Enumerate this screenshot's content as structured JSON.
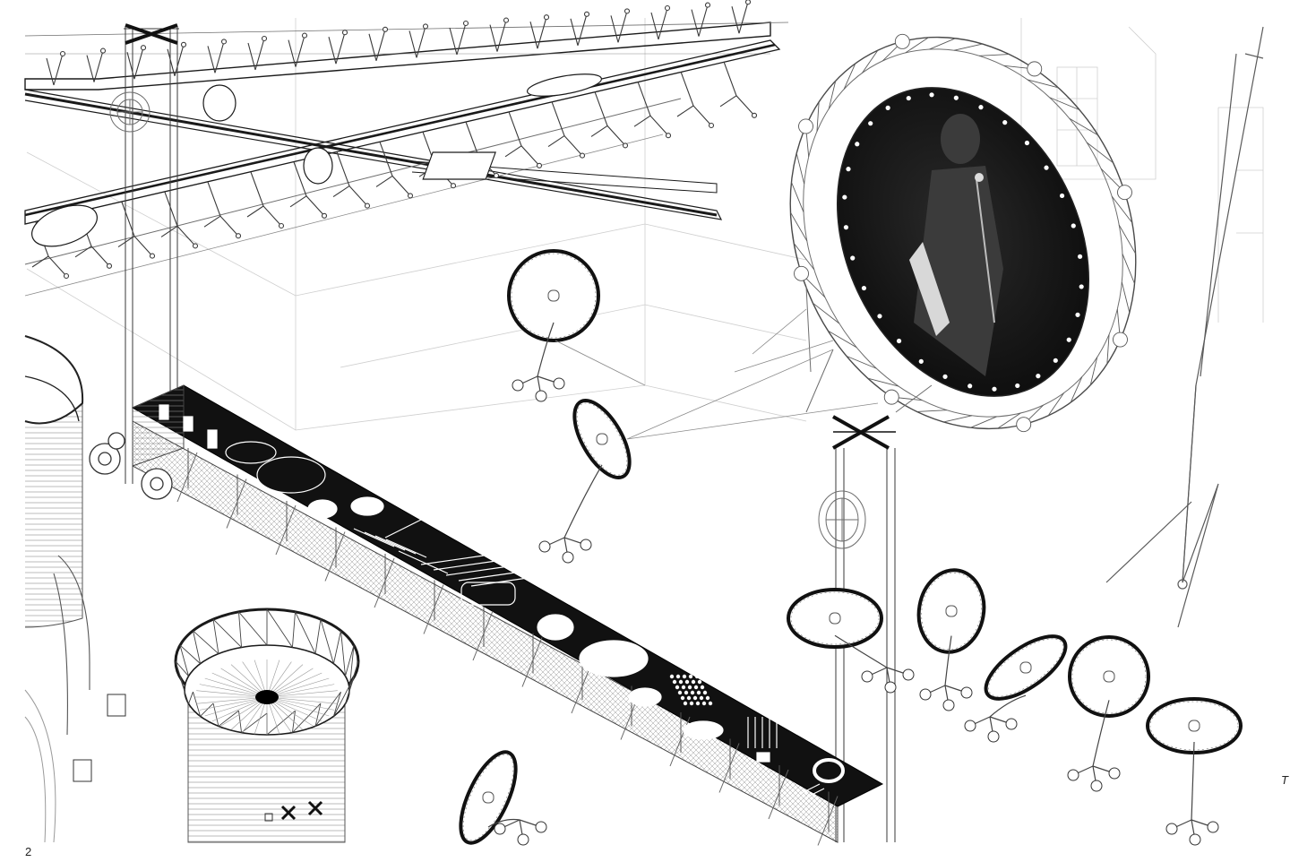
{
  "colors": {
    "ink": "#1a1a1a",
    "line": "#6e6e6e",
    "faint": "#c4c4c4",
    "paper": "#ffffff",
    "photo": "#141414"
  },
  "labels": {
    "page_number": "2",
    "edge_glyph": "T"
  },
  "elements": {
    "bridges": "truss-walkway",
    "screen": "circular-photo-screen",
    "table": "long-black-table",
    "tank": "cylindrical-tank",
    "discs": "disc-on-stand"
  }
}
